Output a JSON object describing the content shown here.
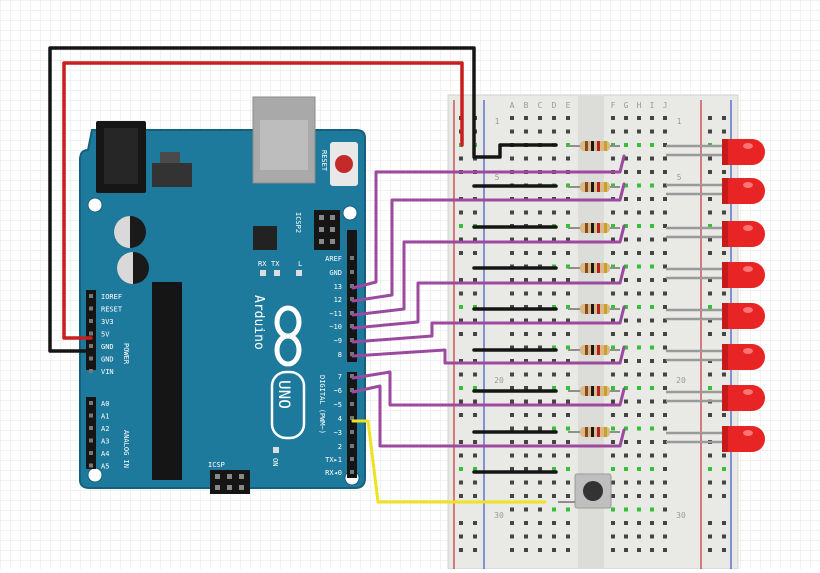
{
  "colors": {
    "background": "#ffffff",
    "grid": "#e3e3e3",
    "board": "#1e7a9c",
    "board_dark": "#15607c",
    "breadboard": "#e9e9e6",
    "power_red": "#c83232",
    "power_blue": "#3a55c8",
    "wire_black": "#151515",
    "wire_red": "#c81e1e",
    "wire_purple": "#9b4aa0",
    "wire_yellow": "#f0e21e",
    "wire_gray": "#8e8e8e",
    "led": "#e82424",
    "resistor": "#d9b988",
    "hole_green": "#35c035"
  },
  "board": {
    "name": "Arduino",
    "model": "UNO",
    "reset_label": "RESET",
    "icsp2_label": "ICSP2",
    "icsp_label": "ICSP",
    "tx_label": "TX",
    "rx_label": "RX",
    "l_label": "L",
    "on_label": "ON",
    "power_header_label": "POWER",
    "analog_header_label": "ANALOG IN",
    "digital_header_label": "DIGITAL (PWM~)",
    "power_pins": [
      "IOREF",
      "RESET",
      "3V3",
      "5V",
      "GND",
      "GND",
      "VIN"
    ],
    "analog_pins": [
      "A0",
      "A1",
      "A2",
      "A3",
      "A4",
      "A5"
    ],
    "digital_pins": [
      "AREF",
      "GND",
      "13",
      "12",
      "~11",
      "~10",
      "~9",
      "8",
      "7",
      "~6",
      "~5",
      "4",
      "~3",
      "2",
      "TX▸1",
      "RX◂0"
    ]
  },
  "breadboard": {
    "columns_left": [
      "A",
      "B",
      "C",
      "D",
      "E"
    ],
    "columns_right": [
      "F",
      "G",
      "H",
      "I",
      "J"
    ],
    "row_numbers": [
      "1",
      "5",
      "20",
      "30"
    ]
  }
}
